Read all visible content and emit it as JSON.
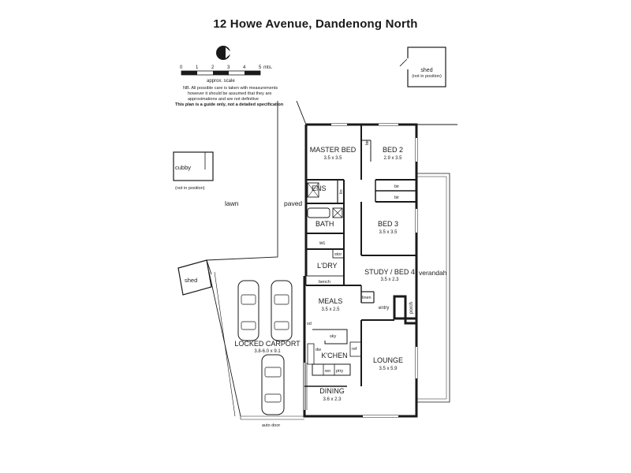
{
  "title": "12 Howe Avenue, Dandenong North",
  "scale": {
    "ticks": [
      "0",
      "1",
      "2",
      "3",
      "4",
      "5"
    ],
    "unit": "mts.",
    "caption": "approx. scale",
    "north": "N"
  },
  "notes": {
    "nb_1": "NB. All possible care is taken with measurements",
    "nb_2": "however it should be assumed that they are",
    "nb_3": "approximations and are not definitive",
    "guide": "This plan is a guide only, not a detailed specification"
  },
  "rooms": {
    "master_bed": {
      "name": "MASTER BED",
      "size": "3.5 x 3.5"
    },
    "bed2": {
      "name": "BED 2",
      "size": "2.9 x 3.5"
    },
    "bed3": {
      "name": "BED 3",
      "size": "3.5 x 3.5"
    },
    "study": {
      "name": "STUDY / BED 4",
      "size": "3.5 x 2.3"
    },
    "meals": {
      "name": "MEALS",
      "size": "3.5 x 2.5"
    },
    "kitchen": {
      "name": "K'CHEN"
    },
    "lounge": {
      "name": "LOUNGE",
      "size": "3.5 x 5.9"
    },
    "dining": {
      "name": "DINING",
      "size": "3.6 x 2.3"
    },
    "carport": {
      "name": "LOCKED CARPORT",
      "size": "3.8-6.0 x 9.1"
    },
    "ens": "ENS",
    "bath": "BATH",
    "wc": "wc",
    "laundry": "L'DRY",
    "entry": "entry",
    "porch": "porch",
    "verandah": "verandah"
  },
  "fixtures": {
    "bir": "bir",
    "lin": "lin",
    "stor": "stor",
    "bench": "bench",
    "linen": "linen",
    "sky": "sky",
    "sd": "sd",
    "dw": "dw",
    "ref": "ref",
    "wo": "wo",
    "ptry": "ptry"
  },
  "outdoor": {
    "lawn": "lawn",
    "paved": "paved",
    "cubby": "cubby",
    "cubby_note": "(not in position)",
    "shed_top": "shed",
    "shed_top_note": "(not in position)",
    "shed_left": "shed",
    "auto_door": "auto door"
  }
}
